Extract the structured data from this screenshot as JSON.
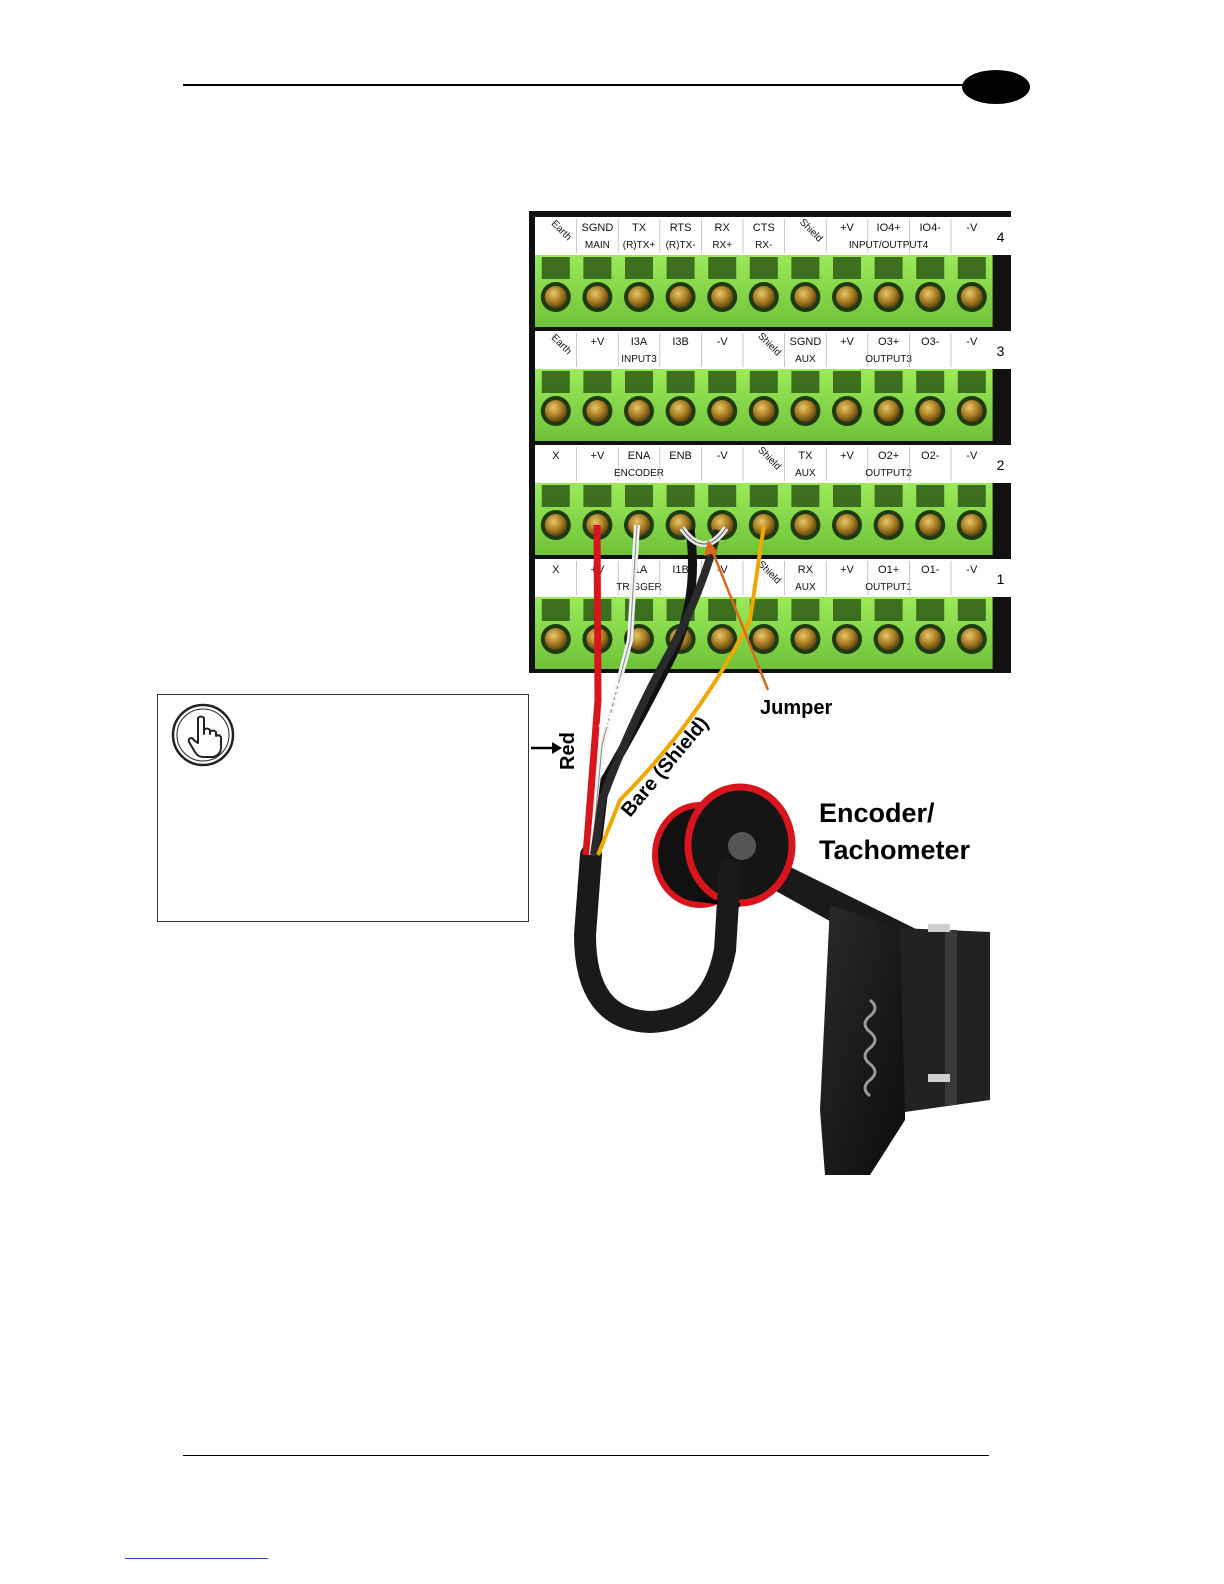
{
  "rows": [
    {
      "number": "4",
      "top": [
        "Earth",
        "SGND",
        "TX",
        "RTS",
        "RX",
        "CTS",
        "Shield",
        "+V",
        "IO4+",
        "IO4-",
        "-V"
      ],
      "bottom": [
        "",
        "MAIN",
        "(R)TX+",
        "(R)TX-",
        "RX+",
        "RX-",
        "",
        "",
        "INPUT/OUTPUT4",
        "",
        ""
      ]
    },
    {
      "number": "3",
      "top": [
        "Earth",
        "+V",
        "I3A",
        "I3B",
        "-V",
        "Shield",
        "SGND",
        "+V",
        "O3+",
        "O3-",
        "-V"
      ],
      "bottom": [
        "",
        "",
        "INPUT3",
        "",
        "",
        "",
        "AUX",
        "",
        "OUTPUT3",
        "",
        ""
      ]
    },
    {
      "number": "2",
      "top": [
        "X",
        "+V",
        "ENA",
        "ENB",
        "-V",
        "Shield",
        "TX",
        "+V",
        "O2+",
        "O2-",
        "-V"
      ],
      "bottom": [
        "",
        "",
        "ENCODER",
        "",
        "",
        "",
        "AUX",
        "",
        "OUTPUT2",
        "",
        ""
      ]
    },
    {
      "number": "1",
      "top": [
        "X",
        "+V",
        "I1A",
        "I1B",
        "-V",
        "Shield",
        "RX",
        "+V",
        "O1+",
        "O1-",
        "-V"
      ],
      "bottom": [
        "",
        "",
        "TRIGGER",
        "",
        "",
        "",
        "AUX",
        "",
        "OUTPUT1",
        "",
        ""
      ]
    }
  ],
  "wires": {
    "red": "Red",
    "white": "White",
    "black": "Black",
    "shield": "Bare (Shield)",
    "jumper": "Jumper"
  },
  "device": {
    "line1": "Encoder/",
    "line2": "Tachometer"
  },
  "colors": {
    "terminal_green": "#8be04a",
    "red_wire": "#d8141c",
    "shield_wire": "#f0a800",
    "jumper_arrow": "#d86a1a"
  },
  "icons": {
    "note": "pointing-hand-icon"
  }
}
